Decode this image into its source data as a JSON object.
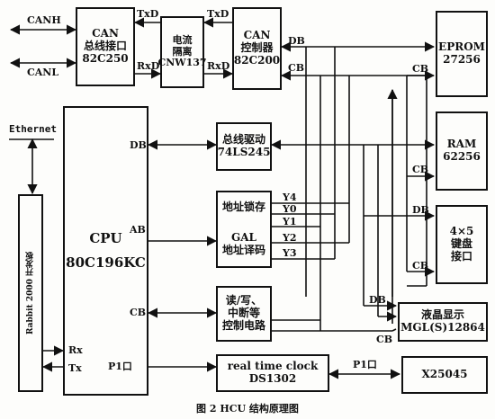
{
  "blocks": {
    "can_interface": [
      "CAN",
      "总线接口",
      "82C250"
    ],
    "isolator": [
      "电流",
      "隔离",
      "CNW137"
    ],
    "can_controller": [
      "CAN",
      "控制器",
      "82C200"
    ],
    "eprom": [
      "EPROM",
      "27256"
    ],
    "ram": [
      "RAM",
      "62256"
    ],
    "keypad": [
      "4×5",
      "键盘",
      "接口"
    ],
    "lcd": [
      "液晶显示",
      "MGL(S)12864"
    ],
    "x25045": [
      "X25045"
    ],
    "bus_driver": [
      "总线驱动",
      "74LS245"
    ],
    "latch": "地址锁存",
    "gal": [
      "GAL",
      "地址译码"
    ],
    "control": [
      "读/写、",
      "中断等",
      "控制电路"
    ],
    "rtc": [
      "real time clock",
      "DS1302"
    ],
    "cpu": [
      "CPU",
      "80C196KC"
    ],
    "rabbit": "Rabbit 2000 开发板"
  },
  "labels": {
    "canh": "CANH",
    "canl": "CANL",
    "txd": "TxD",
    "rxd": "RxD",
    "db": "DB",
    "cb": "CB",
    "ab": "AB",
    "y0": "Y0",
    "y1": "Y1",
    "y2": "Y2",
    "y3": "Y3",
    "y4": "Y4",
    "ethernet": "Ethernet",
    "rx": "Rx",
    "tx": "Tx",
    "p1_port": "P1口"
  },
  "caption": "图 2  HCU 结构原理图"
}
